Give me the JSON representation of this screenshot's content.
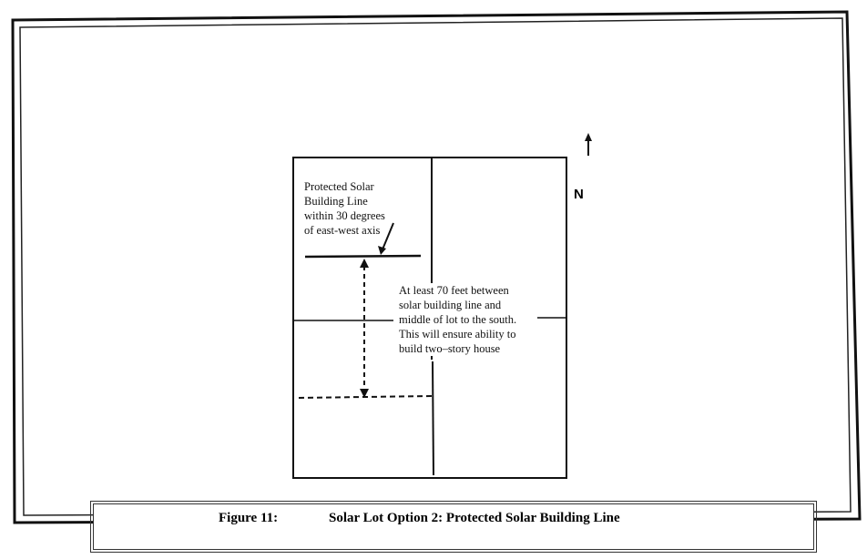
{
  "diagram": {
    "north_label": "N",
    "building_line_label": "Protected Solar\nBuilding Line\nwithin 30 degrees\nof east-west axis",
    "distance_label": "At least 70 feet between\nsolar building line and\nmiddle of lot to the south.\nThis will ensure ability to\nbuild two–story house"
  },
  "caption": {
    "figure_number": "Figure 11:",
    "title": "Solar Lot Option 2:  Protected Solar Building Line"
  }
}
